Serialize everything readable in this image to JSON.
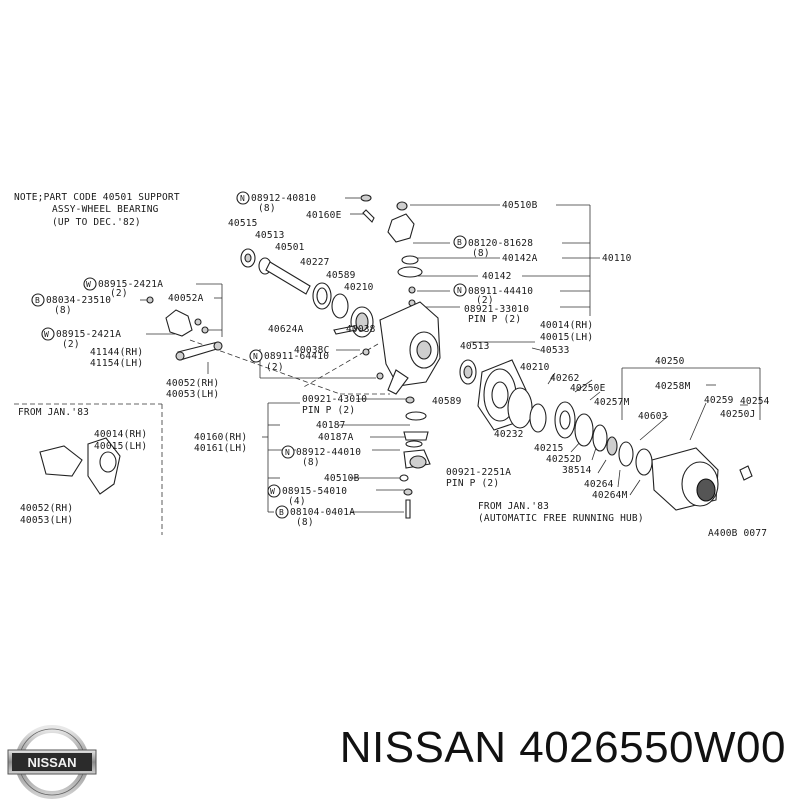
{
  "note": {
    "line1": "NOTE;PART CODE 40501 SUPPORT",
    "line2": "ASSY-WHEEL BEARING",
    "line3": "(UP TO DEC.'82)"
  },
  "labels": {
    "l_08912_40810": "08912-40810",
    "l_8a": "(8)",
    "l_40160E": "40160E",
    "l_40510B_top": "40510B",
    "l_40515": "40515",
    "l_40513a": "40513",
    "l_40501": "40501",
    "l_40227": "40227",
    "l_40589a": "40589",
    "l_40210a": "40210",
    "l_08120_81628": "08120-81628",
    "l_8b": "(8)",
    "l_40142A": "40142A",
    "l_40110": "40110",
    "l_40142": "40142",
    "l_08911_44410": "08911-44410",
    "l_2a": "(2)",
    "l_08921_33010": "08921-33010",
    "l_pin_a": "PIN P (2)",
    "l_08915_2421A_a": "08915-2421A",
    "l_2b": "(2)",
    "l_40052A": "40052A",
    "l_08034_23510": "08034-23510",
    "l_8c": "(8)",
    "l_08915_2421A_b": "08915-2421A",
    "l_2c": "(2)",
    "l_41144": "41144(RH)",
    "l_41154": "41154(LH)",
    "l_40624A": "40624A",
    "l_40038": "40038",
    "l_40038C": "40038C",
    "l_08911_64410": "08911-64410",
    "l_2d": "(2)",
    "l_40052_rh": "40052(RH)",
    "l_40053_lh": "40053(LH)",
    "l_40014_rh": "40014(RH)",
    "l_40015_lh": "40015(LH)",
    "l_40513b": "40513",
    "l_40533": "40533",
    "l_40210b": "40210",
    "l_40262": "40262",
    "l_40250": "40250",
    "l_40258M": "40258M",
    "l_40250E": "40250E",
    "l_40254": "40254",
    "l_40257M": "40257M",
    "l_40603": "40603",
    "l_40259": "40259",
    "l_40250J": "40250J",
    "l_from_jan_left": "FROM JAN.'83",
    "l_40014_rh_b": "40014(RH)",
    "l_40015_lh_b": "40015(LH)",
    "l_40052_rh_b": "40052(RH)",
    "l_40053_lh_b": "40053(LH)",
    "l_00921_43010": "00921-43010",
    "l_pin_b": "PIN P (2)",
    "l_40589b": "40589",
    "l_40187": "40187",
    "l_40160_rh": "40160(RH)",
    "l_40161_lh": "40161(LH)",
    "l_40187A": "40187A",
    "l_08912_44010": "08912-44010",
    "l_8d": "(8)",
    "l_40232": "40232",
    "l_40215": "40215",
    "l_40252D": "40252D",
    "l_38514": "38514",
    "l_40264": "40264",
    "l_40264M": "40264M",
    "l_00921_2251A": "00921-2251A",
    "l_pin_c": "PIN P (2)",
    "l_40510B_bot": "40510B",
    "l_08915_54010": "08915-54010",
    "l_4": "(4)",
    "l_08104_0401A": "08104-0401A",
    "l_8e": "(8)",
    "l_from_jan_right": "FROM JAN.'83",
    "l_auto_hub": "(AUTOMATIC FREE RUNNING HUB)",
    "l_ref": "A400B 0077"
  },
  "markers": {
    "n": "N",
    "b": "B",
    "w": "W"
  },
  "footer": {
    "brand": "NISSAN",
    "part_number": "NISSAN 4026550W00"
  }
}
